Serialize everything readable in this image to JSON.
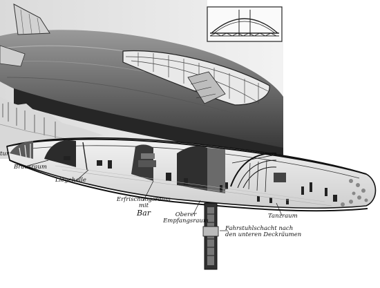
{
  "labels": {
    "edge_left": "tur",
    "brausraum": "Brausraum",
    "liegehalle": "Liegehalle",
    "erfrischungsraum_line1": "Erfrischungsraum",
    "erfrischungsraum_line2": "mit",
    "erfrischungsraum_line3": "Bar",
    "empfangsraum_line1": "Oberer",
    "empfangsraum_line2": "Empfangsraum",
    "tanzraum": "Tanzraum",
    "fahrstuhl_line1": "Fahrstuhlschacht nach",
    "fahrstuhl_line2": "den unteren Deckräumen"
  },
  "colors": {
    "ink": "#111111",
    "hull_dark": "#3a3a3a",
    "hull_mid": "#7a7a7a",
    "hull_light": "#c9c9c9",
    "paper": "#ffffff"
  }
}
